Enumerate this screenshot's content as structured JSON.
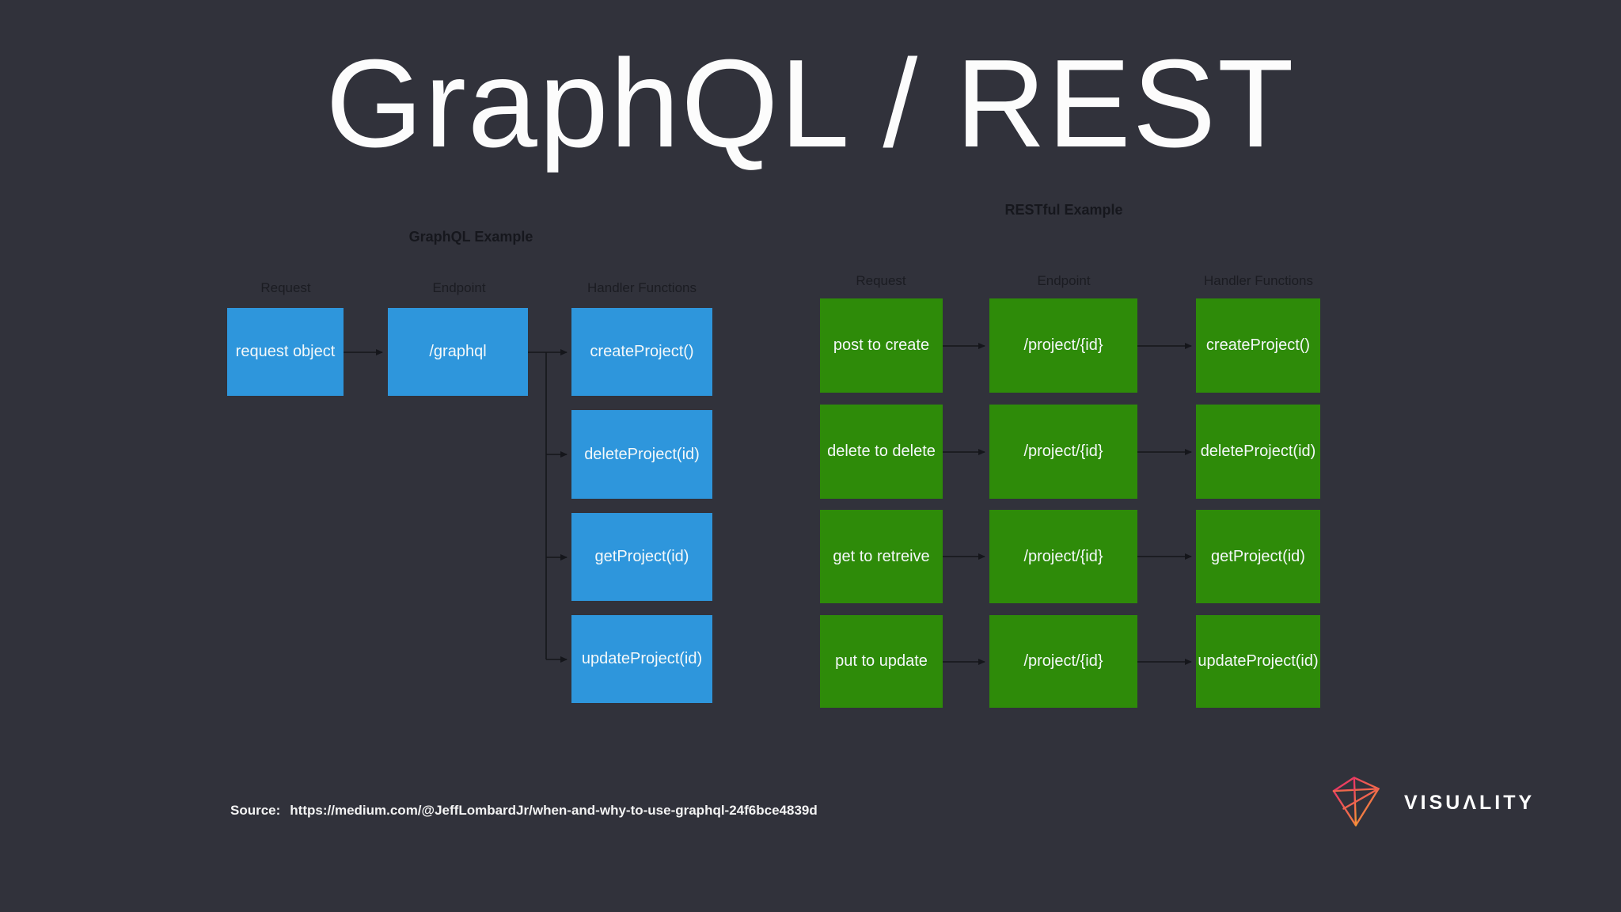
{
  "page": {
    "title": "GraphQL / REST"
  },
  "graphql_section": {
    "title": "GraphQL Example",
    "columns": [
      "Request",
      "Endpoint",
      "Handler Functions"
    ],
    "request": "request object",
    "endpoint": "/graphql",
    "handlers": [
      "createProject()",
      "deleteProject(id)",
      "getProject(id)",
      "updateProject(id)"
    ]
  },
  "rest_section": {
    "title": "RESTful Example",
    "columns": [
      "Request",
      "Endpoint",
      "Handler Functions"
    ],
    "rows": [
      {
        "request": "post to create",
        "endpoint": "/project/{id}",
        "handler": "createProject()"
      },
      {
        "request": "delete to delete",
        "endpoint": "/project/{id}",
        "handler": "deleteProject(id)"
      },
      {
        "request": "get to retreive",
        "endpoint": "/project/{id}",
        "handler": "getProject(id)"
      },
      {
        "request": "put to update",
        "endpoint": "/project/{id}",
        "handler": "updateProject(id)"
      }
    ]
  },
  "source": {
    "label": "Source:",
    "url": "https://medium.com/@JeffLombardJr/when-and-why-to-use-graphql-24f6bce4839d"
  },
  "brand": {
    "name": "VISUΛLITY",
    "icon": "wireframe-gem-icon",
    "gradient_from": "#e7296a",
    "gradient_to": "#f79d33"
  },
  "colors": {
    "background": "#31323b",
    "graphql_box": "#2e96dc",
    "rest_box": "#2e8b09",
    "dark_label": "#1b1c22",
    "box_text": "#f4f8f9",
    "arrow": "#15161b",
    "title_text": "#fcfcfc"
  }
}
